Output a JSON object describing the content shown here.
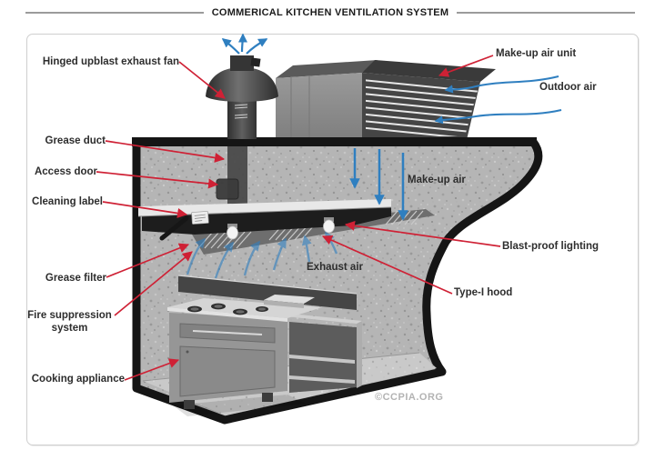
{
  "title": "COMMERICAL KITCHEN VENTILATION SYSTEM",
  "watermark": "©CCPIA.ORG",
  "diagram": {
    "labels": {
      "hinged_fan": "Hinged upblast exhaust fan",
      "grease_duct": "Grease duct",
      "access_door": "Access door",
      "cleaning_label": "Cleaning label",
      "grease_filter": "Grease filter",
      "fire_suppression_line1": "Fire suppression",
      "fire_suppression_line2": "system",
      "cooking_appliance": "Cooking appliance",
      "makeup_air_unit": "Make-up air unit",
      "outdoor_air": "Outdoor air",
      "makeup_air": "Make-up air",
      "blast_proof_lighting": "Blast-proof lighting",
      "type_i_hood": "Type-I hood",
      "exhaust_air": "Exhaust air"
    },
    "colors": {
      "annotation_line": "#cf2135",
      "airflow_arrow": "#2f7fc0",
      "label_text": "#2d2d2d",
      "watermark_text": "#b3b3b3"
    }
  }
}
